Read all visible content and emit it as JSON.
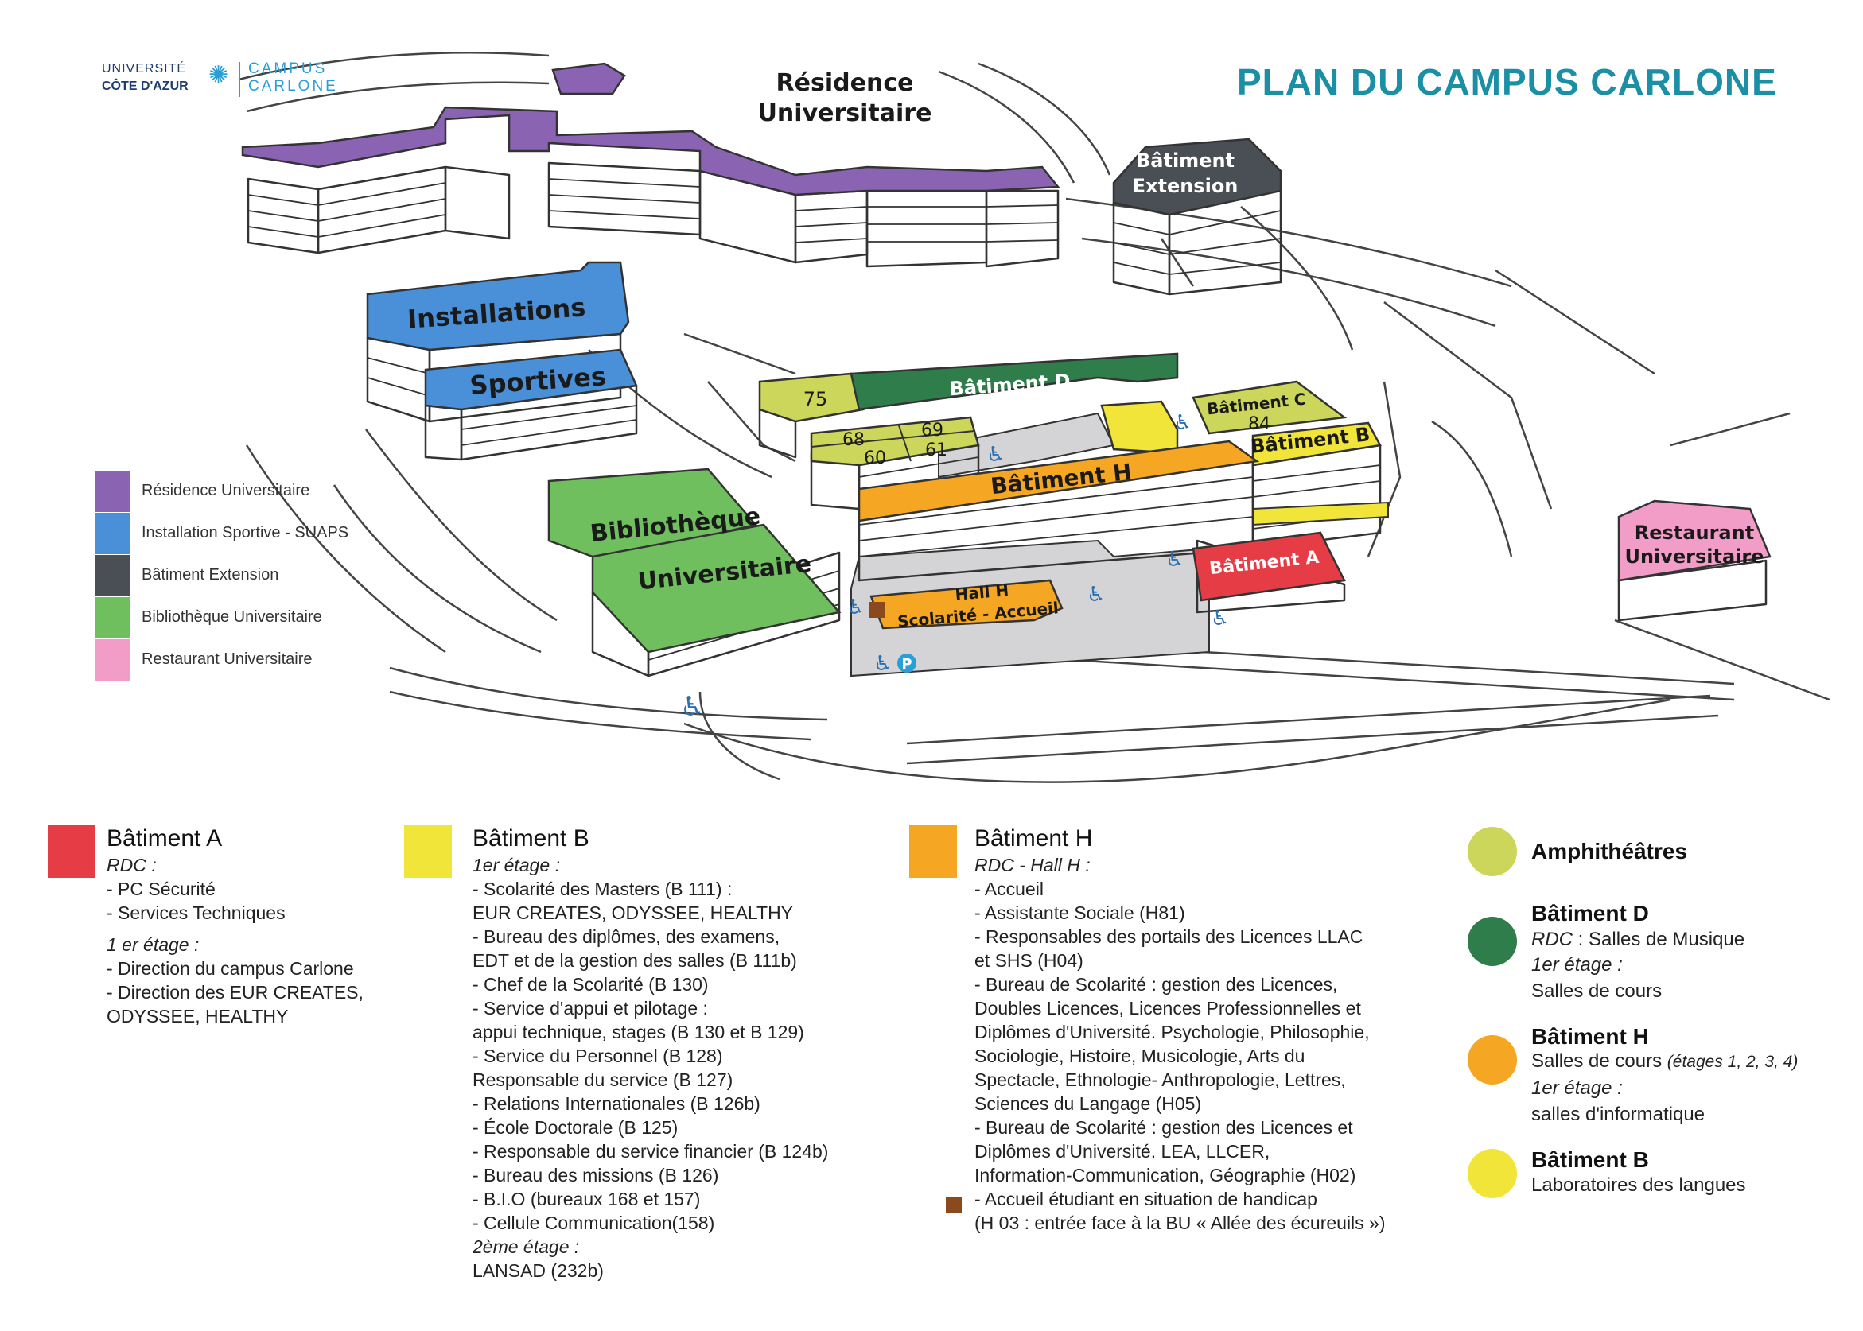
{
  "header": {
    "logo_university": "UNIVERSITÉ",
    "logo_cote": "CÔTE D'AZUR",
    "logo_campus": "CAMPUS",
    "logo_carlone": "CARLONE",
    "title": "PLAN DU CAMPUS CARLONE"
  },
  "colors": {
    "residence": "#8a63b3",
    "sport": "#4a90d9",
    "extension": "#4a4f55",
    "bibliotheque": "#6fbf5e",
    "restaurant": "#f29dc7",
    "batiment_a": "#e63c46",
    "batiment_b": "#f2e53a",
    "batiment_h": "#f5a623",
    "amphi": "#cbd65a",
    "batiment_d": "#2e7d4a",
    "parking": "#d4d4d6"
  },
  "map_labels": {
    "residence_line1": "Résidence",
    "residence_line2": "Universitaire",
    "extension_line1": "Bâtiment",
    "extension_line2": "Extension",
    "installations": "Installations",
    "sportives": "Sportives",
    "bibliotheque": "Bibliothèque",
    "universitaire": "Universitaire",
    "batiment_d": "Bâtiment D",
    "batiment_c": "Bâtiment C",
    "batiment_b": "Bâtiment B",
    "batiment_h": "Bâtiment H",
    "batiment_a": "Bâtiment A",
    "hall_h_line1": "Hall H",
    "hall_h_line2": "Scolarité - Accueil",
    "restaurant_line1": "Restaurant",
    "restaurant_line2": "Universitaire",
    "room_75": "75",
    "room_68": "68",
    "room_69": "69",
    "room_60": "60",
    "room_61": "61",
    "room_84": "84",
    "parking_symbol": "P",
    "accessibility_symbol": "♿"
  },
  "legend": [
    {
      "label": "Résidence Universitaire",
      "color": "#8a63b3"
    },
    {
      "label": "Installation Sportive - SUAPS",
      "color": "#4a90d9"
    },
    {
      "label": "Bâtiment Extension",
      "color": "#4a4f55"
    },
    {
      "label": "Bibliothèque Universitaire",
      "color": "#6fbf5e"
    },
    {
      "label": "Restaurant Universitaire",
      "color": "#f29dc7"
    }
  ],
  "sections": {
    "a": {
      "title": "Bâtiment A",
      "lines": [
        "RDC :",
        "- PC Sécurité",
        "- Services Techniques",
        "1 er étage :",
        "- Direction du campus Carlone",
        "- Direction des EUR CREATES,",
        "ODYSSEE, HEALTHY"
      ]
    },
    "b": {
      "title": "Bâtiment B",
      "lines": [
        "1er étage :",
        "- Scolarité des Masters (B 111) :",
        "EUR CREATES, ODYSSEE, HEALTHY",
        "- Bureau des diplômes, des examens,",
        "EDT et de la gestion des salles (B 111b)",
        "- Chef de la Scolarité (B 130)",
        "- Service d'appui et pilotage :",
        "appui technique, stages (B 130 et B 129)",
        "- Service du Personnel (B 128)",
        "Responsable du service (B 127)",
        "- Relations Internationales (B 126b)",
        "- École Doctorale (B 125)",
        "- Responsable du service financier (B 124b)",
        "- Bureau des missions (B 126)",
        "- B.I.O (bureaux 168 et 157)",
        "- Cellule Communication(158)",
        "2ème étage :",
        "LANSAD (232b)"
      ]
    },
    "h": {
      "title": "Bâtiment H",
      "lines": [
        "RDC - Hall H :",
        "- Accueil",
        "- Assistante Sociale (H81)",
        "- Responsables des portails des Licences LLAC",
        "et SHS (H04)",
        "- Bureau de Scolarité : gestion des Licences,",
        "Doubles Licences, Licences Professionnelles et",
        "Diplômes d'Université. Psychologie, Philosophie,",
        "Sociologie, Histoire, Musicologie, Arts du",
        "Spectacle, Ethnologie- Anthropologie, Lettres,",
        "Sciences du Langage (H05)",
        "- Bureau de Scolarité : gestion des Licences et",
        "Diplômes d'Université. LEA, LLCER,",
        "Information-Communication, Géographie (H02)",
        "- Accueil étudiant en situation de handicap",
        "(H 03 : entrée face à la BU « Allée des écureuils »)"
      ]
    }
  },
  "right_legend": {
    "amphi": {
      "title": "Amphithéâtres"
    },
    "d": {
      "title": "Bâtiment D",
      "rdc_label": "RDC",
      "rdc_text": ": Salles de Musique",
      "etage": "1er étage :",
      "etage_text": "Salles de cours"
    },
    "h": {
      "title": "Bâtiment H",
      "salles": "Salles de cours",
      "salles_floors": "(étages 1, 2, 3, 4)",
      "etage": "1er étage :",
      "etage_text": "salles d'informatique"
    },
    "b": {
      "title": "Bâtiment B",
      "text": "Laboratoires des langues"
    }
  }
}
